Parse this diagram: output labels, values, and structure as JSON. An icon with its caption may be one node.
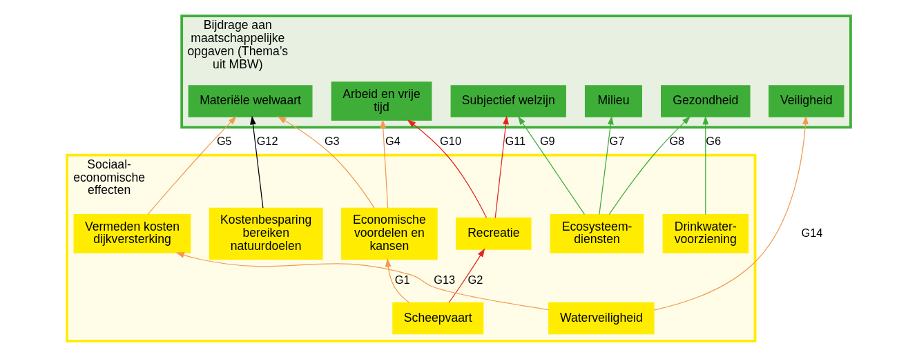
{
  "diagram": {
    "nodes": [
      {
        "text": [
          "Bijdrage aan maatschappelijke opgaven (Thema’s uit MBW)"
        ]
      },
      {
        "text": [
          "Materiële welwaart"
        ],
        "in": 0
      },
      {
        "text": [
          "Arbeid en vrije tijd"
        ],
        "in": 0
      },
      {
        "text": [
          "Veiligheid"
        ],
        "in": 0
      },
      {
        "text": [
          "Milieu"
        ],
        "in": 0
      },
      {
        "text": [
          "Gezondheid"
        ],
        "in": 0
      },
      {
        "text": [
          "Subjectief welzijn"
        ],
        "in": 0
      },
      {
        "text": [
          "Sociaal- economische effecten"
        ]
      },
      {
        "text": [
          "Economische voordelen en kansen"
        ],
        "in": 7
      },
      {
        "text": [
          "Vermeden kosten dijkversterking"
        ],
        "in": 7
      },
      {
        "text": [
          "Drinkwater- voorziening"
        ],
        "in": 7
      },
      {
        "text": [
          "Recreatie"
        ],
        "in": 7
      },
      {
        "text": [
          "Scheepvaart"
        ],
        "in": 7
      },
      {
        "text": [
          "Waterveiligheid"
        ],
        "in": 7
      },
      {
        "text": [
          "Ecosysteem- diensten"
        ],
        "in": 7
      },
      {
        "text": [
          "Kostenbesparing bereiken natuurdoelen"
        ],
        "in": 7
      }
    ],
    "edges": [
      {
        "from": 12,
        "to": 8,
        "arrow": "to",
        "label": "G1"
      },
      {
        "from": 12,
        "to": 11,
        "arrow": "to",
        "label": "G2",
        "color": "#e3281e"
      },
      {
        "from": 8,
        "to": 1,
        "arrow": "to",
        "label": "G3"
      },
      {
        "from": 8,
        "to": 2,
        "arrow": "to",
        "label": "G4"
      },
      {
        "from": 9,
        "to": 1,
        "arrow": "to",
        "label": "G5"
      },
      {
        "from": 10,
        "to": 5,
        "arrow": "to",
        "label": "G6",
        "color": "#3fae39"
      },
      {
        "from": 14,
        "to": 4,
        "arrow": "to",
        "label": "G7",
        "color": "#3fae39"
      },
      {
        "from": 14,
        "to": 5,
        "arrow": "to",
        "label": "G8",
        "color": "#3fae39"
      },
      {
        "from": 14,
        "to": 6,
        "arrow": "to",
        "label": "G9",
        "color": "#3fae39"
      },
      {
        "from": 11,
        "to": 2,
        "arrow": "to",
        "label": "G10",
        "color": "#e3281e"
      },
      {
        "from": 11,
        "to": 6,
        "arrow": "to",
        "label": "G11",
        "color": "#e3281e"
      },
      {
        "from": 15,
        "to": 1,
        "arrow": "to",
        "label": "G12",
        "color": "#000000"
      },
      {
        "from": 13,
        "to": 9,
        "arrow": "to",
        "label": "G13"
      },
      {
        "from": 13,
        "to": 3,
        "arrow": "to",
        "label": "G14"
      }
    ]
  }
}
